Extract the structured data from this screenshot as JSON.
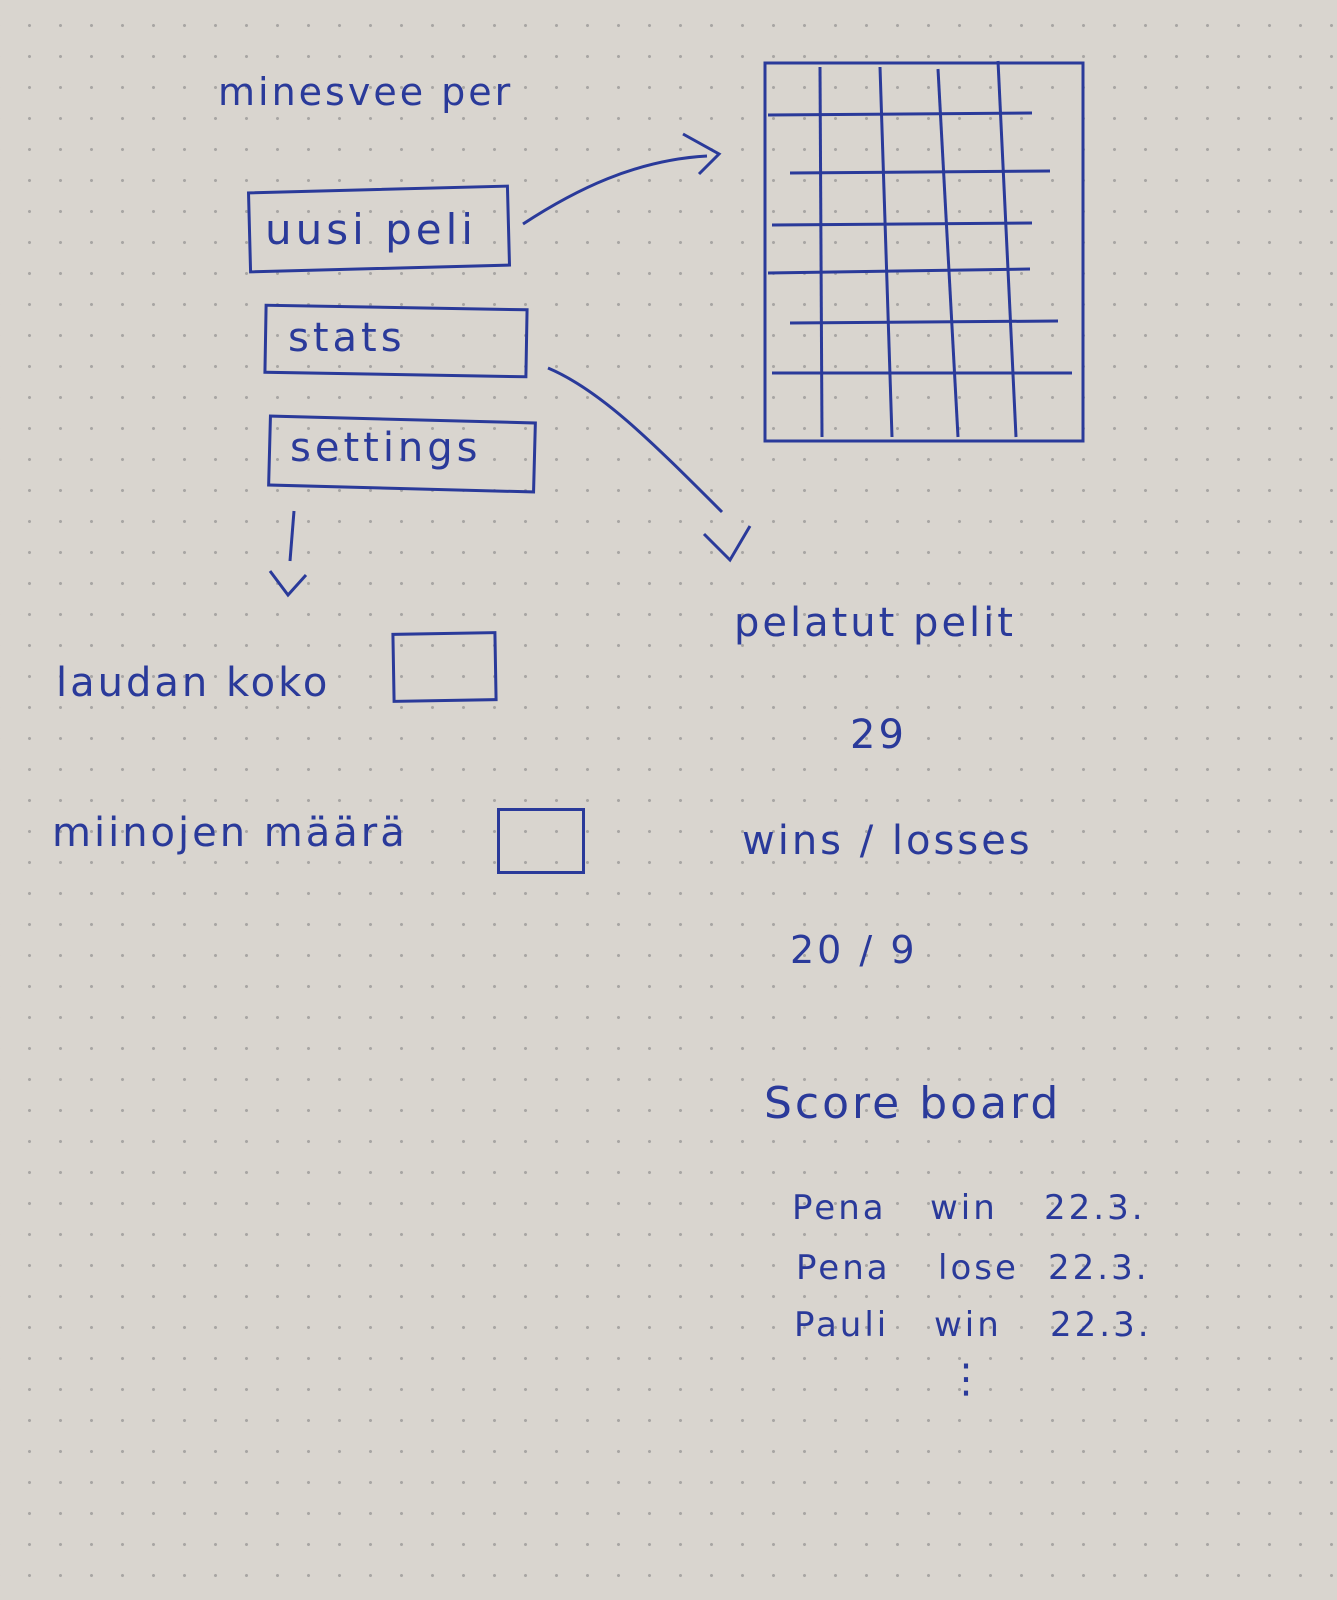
{
  "app_title": "minesvee per",
  "menu": {
    "new_game": "uusi peli",
    "stats": "stats",
    "settings": "settings"
  },
  "settings_view": {
    "board_size_label": "laudan koko",
    "mine_count_label": "miinojen määrä"
  },
  "stats_view": {
    "games_played_label": "pelatut pelit",
    "games_played_value": "29",
    "wins_losses_label": "wins / losses",
    "wins_losses_value": "20 / 9"
  },
  "scoreboard": {
    "title": "Score board",
    "rows": [
      {
        "name": "Pena",
        "result": "win",
        "date": "22.3."
      },
      {
        "name": "Pena",
        "result": "lose",
        "date": "22.3."
      },
      {
        "name": "Pauli",
        "result": "win",
        "date": "22.3."
      }
    ],
    "more": "⋮"
  },
  "colors": {
    "ink": "#2a3a9a",
    "paper": "#d9d5cf"
  }
}
